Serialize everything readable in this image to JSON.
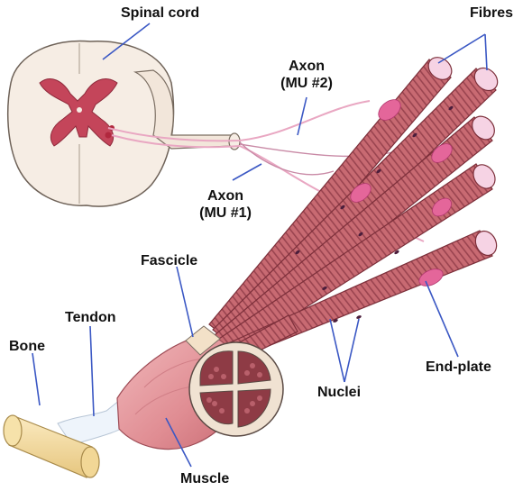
{
  "labels": {
    "spinal_cord": "Spinal cord",
    "fibres": "Fibres",
    "axon_mu2": {
      "line1": "Axon",
      "line2": "(MU #2)"
    },
    "axon_mu1": {
      "line1": "Axon",
      "line2": "(MU #1)"
    },
    "fascicle": "Fascicle",
    "tendon": "Tendon",
    "bone": "Bone",
    "nuclei": "Nuclei",
    "end_plate": "End-plate",
    "muscle": "Muscle"
  },
  "colors": {
    "fibre": "#c86a72",
    "fibre_dark": "#8e3b45",
    "fibre_end": "#f6d3e4",
    "grey_matter": "#c4455a",
    "cord_white": "#f6ede4",
    "bone": "#f2d796",
    "tendon": "#eef4fb",
    "muscle": "#e7a1a6",
    "leader": "#3b58c4",
    "nerve": "#e9a7c2"
  }
}
